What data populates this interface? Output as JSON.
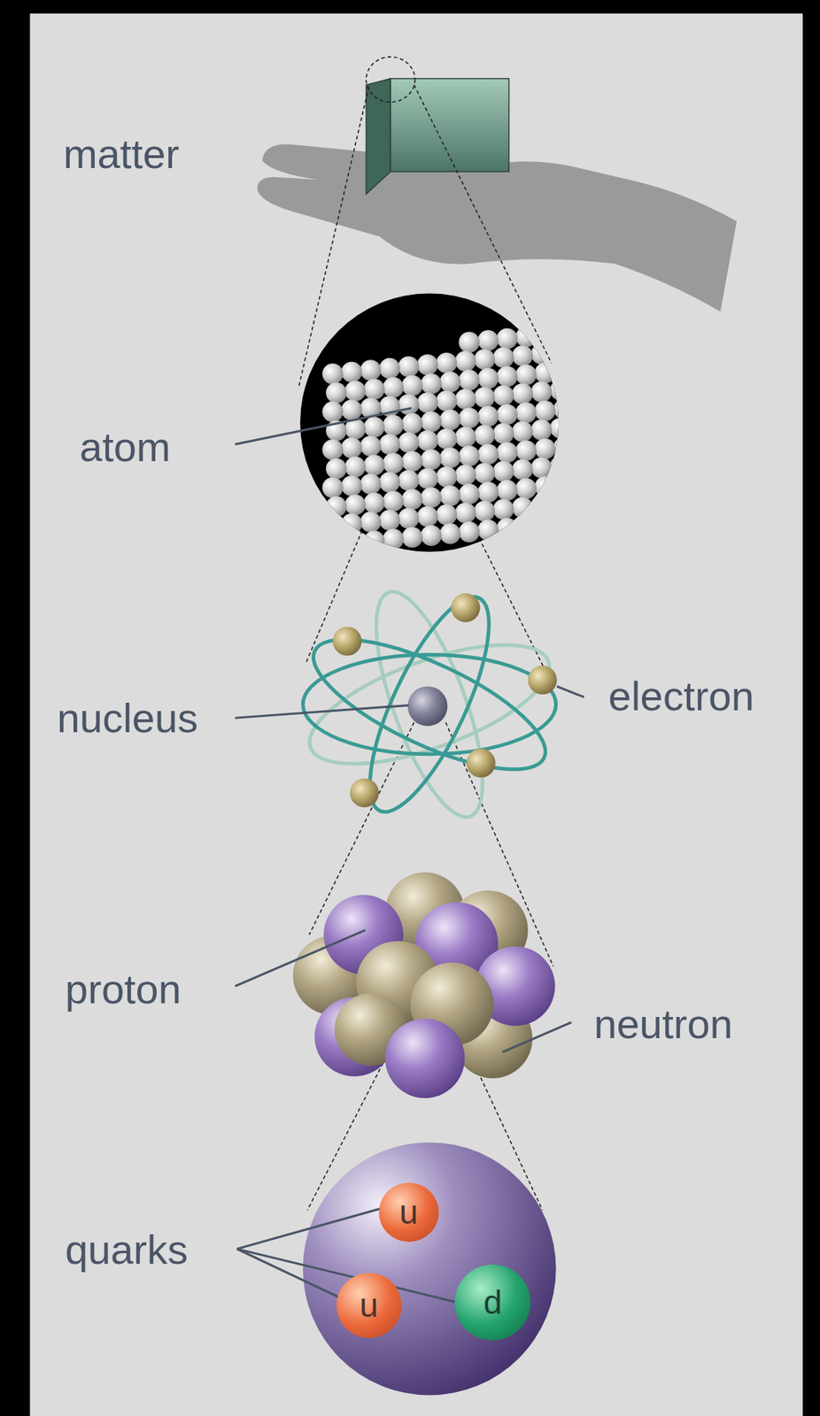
{
  "diagram": {
    "nodes": [
      {
        "text": [
          "u"
        ]
      },
      {
        "text": [
          "u"
        ]
      },
      {
        "text": [
          "d"
        ]
      }
    ],
    "labels": [
      "matter",
      "atom",
      "nucleus",
      "electron",
      "proton",
      "neutron",
      "quarks"
    ]
  }
}
